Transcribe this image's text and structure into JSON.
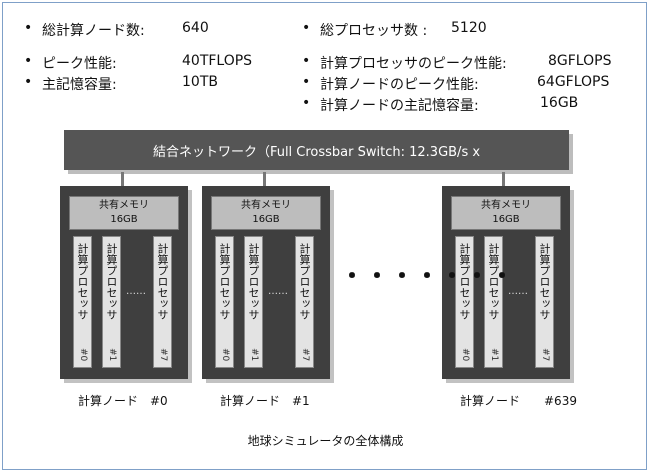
{
  "specs_left": [
    {
      "label": "総計算ノード数:",
      "value": "640"
    },
    {
      "label": "ピーク性能:",
      "value": "40TFLOPS"
    },
    {
      "label": "主記憶容量:",
      "value": "10TB"
    }
  ],
  "specs_right": [
    {
      "label": "総プロセッサ数 :",
      "value": "5120"
    },
    {
      "label": "計算プロセッサのピーク性能:",
      "value": "8GFLOPS"
    },
    {
      "label": "計算ノードのピーク性能:",
      "value": "64GFLOPS"
    },
    {
      "label": "計算ノードの主記憶容量:",
      "value": "16GB"
    }
  ],
  "bullet": "•",
  "network_label": "結合ネットワーク（Full Crossbar Switch: 12.3GB/s x",
  "memory": {
    "title": "共有メモリ",
    "size": "16GB"
  },
  "cpu_label": "計算プロセッサ",
  "cpu_numbers": [
    "#0",
    "#1",
    "#7"
  ],
  "cpu_gap": "……",
  "nodes": [
    {
      "label": "計算ノード　#0"
    },
    {
      "label": "計算ノード　#1"
    },
    {
      "label": "計算ノード　　#639"
    }
  ],
  "ellipsis": "・・・・・・・",
  "caption": "地球シミュレータの全体構成"
}
